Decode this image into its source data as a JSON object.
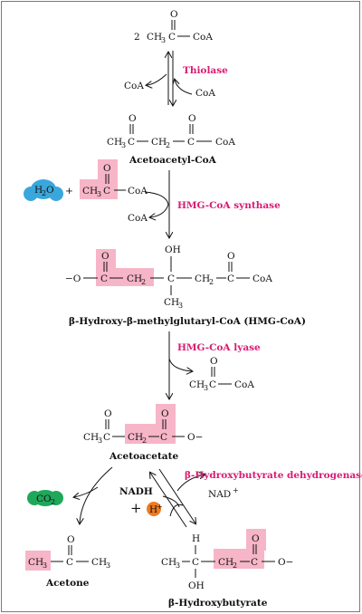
{
  "colors": {
    "highlight": "#f7b5c8",
    "enzyme_text": "#d81b73",
    "water": "#3aa7dc",
    "co2": "#1fa85a",
    "hplus": "#f07a1f"
  },
  "step1": {
    "coefficient": "2",
    "formula_left": "CH",
    "formula_sub": "3",
    "formula_c": "C",
    "formula_right": "CoA",
    "carbonyl_o": "O"
  },
  "thiolase": {
    "enzyme": "Thiolase",
    "product_coa": "CoA",
    "input_coa": "CoA"
  },
  "acetoacetyl_coa": {
    "o1": "O",
    "o2": "O",
    "ch3c": "CH",
    "ch3c_sub": "3",
    "ch3c_c": "C",
    "ch2": "CH",
    "ch2_sub": "2",
    "c": "C",
    "coa": "CoA",
    "name": "Acetoacetyl-CoA"
  },
  "hmg_synthase": {
    "water_label": "H",
    "water_sub": "2",
    "water_o": "O",
    "plus": "+",
    "acetyl_o": "O",
    "acetyl_ch": "CH",
    "acetyl_sub": "3",
    "acetyl_c": "C",
    "acetyl_coa": "CoA",
    "enzyme": "HMG-CoA synthase",
    "released_coa": "CoA"
  },
  "hmg_coa": {
    "o_minus": "−O",
    "c1": "C",
    "o1": "O",
    "ch2a": "CH",
    "ch2a_sub": "2",
    "oh": "OH",
    "c_center": "C",
    "ch3": "CH",
    "ch3_sub": "3",
    "ch2b": "CH",
    "ch2b_sub": "2",
    "c2": "C",
    "o2": "O",
    "coa": "CoA",
    "name": "β-Hydroxy-β-methylglutaryl-CoA (HMG-CoA)"
  },
  "hmg_lyase": {
    "enzyme": "HMG-CoA lyase",
    "prod_o": "O",
    "prod_ch": "CH",
    "prod_sub": "3",
    "prod_c": "C",
    "prod_coa": "CoA"
  },
  "acetoacetate": {
    "o1": "O",
    "ch3": "CH",
    "ch3_sub": "3",
    "c1": "C",
    "ch2": "CH",
    "ch2_sub": "2",
    "c2": "C",
    "o2": "O",
    "o_minus": "O−",
    "name": "Acetoacetate"
  },
  "bhbdh": {
    "enzyme": "β-Hydroxybutyrate dehydrogenase",
    "nad": "NAD",
    "nad_sup": "+",
    "nadh": "NADH",
    "plus": "+",
    "hplus": "H",
    "hplus_sup": "+"
  },
  "co2": {
    "label": "CO",
    "sub": "2"
  },
  "acetone": {
    "o": "O",
    "ch3a": "CH",
    "ch3a_sub": "3",
    "c": "C",
    "ch3b": "CH",
    "ch3b_sub": "3",
    "name": "Acetone"
  },
  "bhb": {
    "h": "H",
    "ch3": "CH",
    "ch3_sub": "3",
    "c1": "C",
    "oh": "OH",
    "ch2": "CH",
    "ch2_sub": "2",
    "c2": "C",
    "o": "O",
    "o_minus": "O−",
    "name": "β-Hydroxybutyrate"
  }
}
